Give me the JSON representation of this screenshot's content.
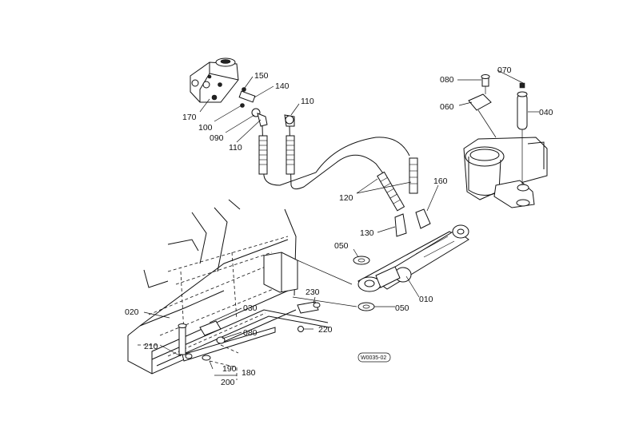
{
  "labels": {
    "p010": "010",
    "p020": "020",
    "p030": "030",
    "p040": "040",
    "p050a": "050",
    "p050b": "050",
    "p060": "060",
    "p070": "070",
    "p080a": "080",
    "p080b": "080",
    "p090": "090",
    "p100": "100",
    "p110a": "110",
    "p110b": "110",
    "p120": "120",
    "p130": "130",
    "p140": "140",
    "p150": "150",
    "p160": "160",
    "p170": "170",
    "p180": "180",
    "p190": "190",
    "p200": "200",
    "p210": "210",
    "p220": "220",
    "p230": "230"
  },
  "drawing_code": "W0035-02"
}
